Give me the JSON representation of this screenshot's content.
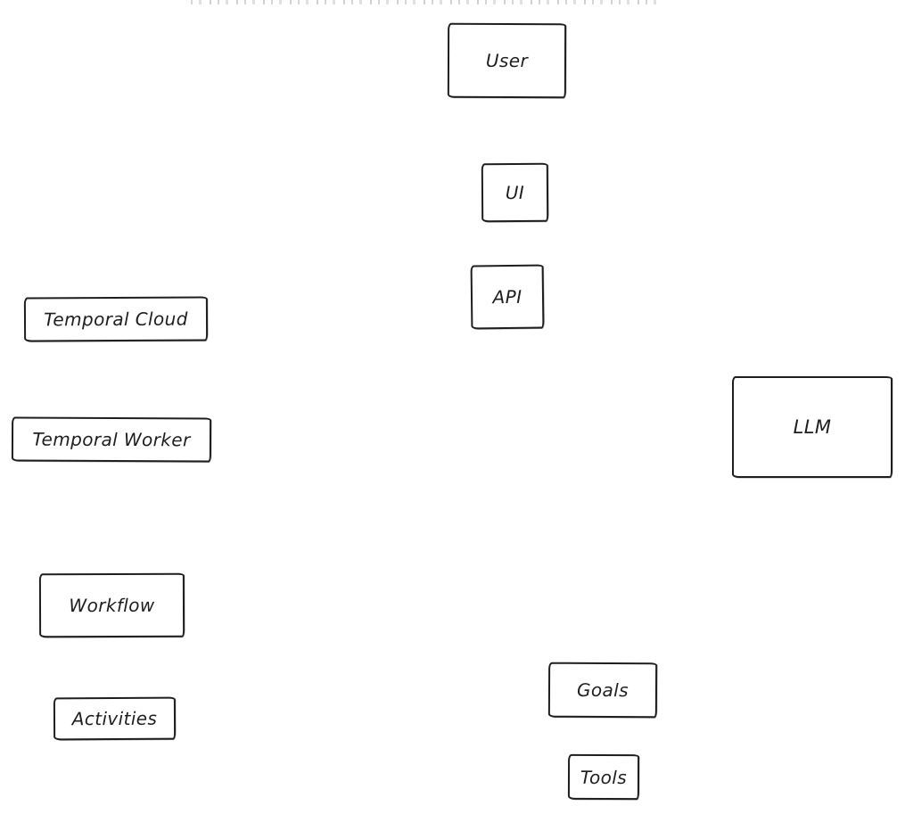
{
  "diagram": {
    "background_color": "#ffffff",
    "node_fill_color": "#ffffff",
    "node_stroke_color": "#1e1e1e",
    "text_color": "#1e1e1e",
    "style": "hand-drawn-sketch",
    "connections": [],
    "nodes": [
      {
        "id": "user",
        "label": "User"
      },
      {
        "id": "ui",
        "label": "UI"
      },
      {
        "id": "api",
        "label": "API"
      },
      {
        "id": "temporal-cloud",
        "label": "Temporal Cloud"
      },
      {
        "id": "llm",
        "label": "LLM"
      },
      {
        "id": "temporal-worker",
        "label": "Temporal Worker"
      },
      {
        "id": "workflow",
        "label": "Workflow"
      },
      {
        "id": "goals",
        "label": "Goals"
      },
      {
        "id": "activities",
        "label": "Activities"
      },
      {
        "id": "tools",
        "label": "Tools"
      }
    ]
  }
}
